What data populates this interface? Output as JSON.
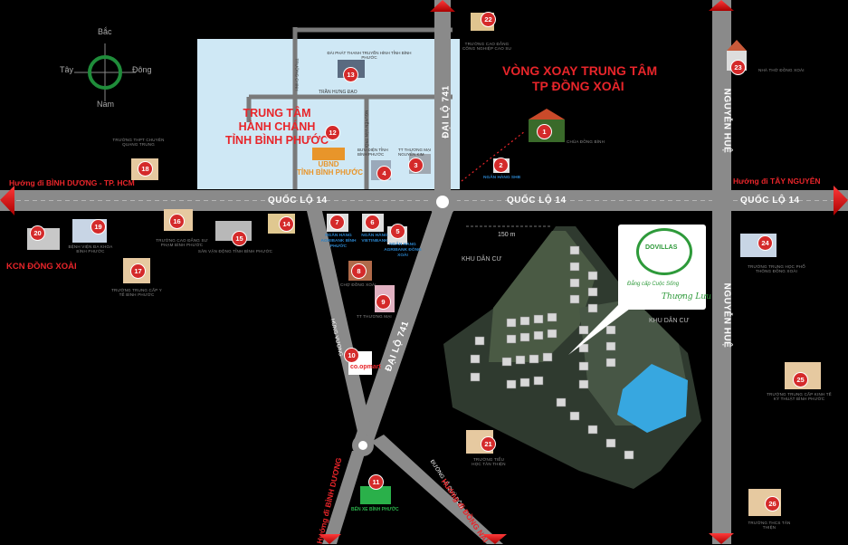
{
  "compass": {
    "north": "Bắc",
    "south": "Nam",
    "east": "Đông",
    "west": "Tây"
  },
  "roundabout_title": [
    "VÒNG XOAY TRUNG TÂM",
    "TP ĐỒNG XOÀI"
  ],
  "admin_center": [
    "TRUNG TÂM",
    "HÀNH CHÁNH",
    "TỈNH BÌNH PHƯỚC"
  ],
  "ubnd": [
    "UBND",
    "TỈNH BÌNH PHƯỚC"
  ],
  "roads": {
    "ql14_left": "QUỐC LỘ 14",
    "ql14_mid": "QUỐC LỘ 14",
    "ql14_right": "QUỐC LỘ 14",
    "dl741_top": "ĐẠI LỘ 741",
    "dl741_bottom": "ĐẠI LỘ 741",
    "nguyen_hue_top": "NGUYỄN HUỆ",
    "nguyen_hue_bottom": "NGUYỄN HUỆ",
    "hung_vuong": "HÙNG VƯƠNG",
    "le_quy_don": "ĐƯỜNG LÊ QUÝ ĐÔN",
    "tran_hung_dao": "TRẦN HƯNG ĐẠO",
    "truong_chinh": "TRƯỜNG CHINH",
    "nguyen_van_troi": "NGUYỄN VĂN TRỖI"
  },
  "directions": {
    "binh_duong_hcm": "Hướng đi BÌNH DƯƠNG - TP. HCM",
    "tay_nguyen": "Hướng đi TÂY NGUYÊN",
    "binh_duong": "Hướng đi BÌNH DƯƠNG",
    "dong_nai": "Hướng đi ĐỒNG NAI"
  },
  "kcn": "KCN ĐỒNG XOÀI",
  "distance": "150 m",
  "khu_dan_cu": [
    "KHU DÂN CƯ",
    "KHU DÂN CƯ"
  ],
  "promo": {
    "brand": "DOVILLAS",
    "tagline": "Đẳng cấp Cuộc Sống",
    "script": "Thượng Lưu"
  },
  "places": [
    {
      "num": "1",
      "label": "CHÙA ĐỒNG BÌNH"
    },
    {
      "num": "2",
      "label": "NGÂN HÀNG SHB"
    },
    {
      "num": "3",
      "label": "TT THƯƠNG MẠI NGUYỄN KIM"
    },
    {
      "num": "4",
      "label": "BƯU ĐIỆN TỈNH BÌNH PHƯỚC"
    },
    {
      "num": "5",
      "label": "NGÂN HÀNG AGRIBANK ĐỒNG XOÀI"
    },
    {
      "num": "6",
      "label": "NGÂN HÀNG VIETINBANK"
    },
    {
      "num": "7",
      "label": "NGÂN HÀNG AGRIBANK BÌNH PHƯỚC"
    },
    {
      "num": "8",
      "label": "CHỢ ĐỒNG XOÀI"
    },
    {
      "num": "9",
      "label": "TT THƯƠNG MẠI"
    },
    {
      "num": "10",
      "label": "co.opmart"
    },
    {
      "num": "11",
      "label": "BẾN XE BÌNH PHƯỚC"
    },
    {
      "num": "12",
      "label": ""
    },
    {
      "num": "13",
      "label": "ĐÀI PHÁT THANH TRUYỀN HÌNH TỈNH BÌNH PHƯỚC"
    },
    {
      "num": "14",
      "label": ""
    },
    {
      "num": "15",
      "label": "SÂN VẬN ĐỘNG TỈNH BÌNH PHƯỚC"
    },
    {
      "num": "16",
      "label": "TRƯỜNG CAO ĐẲNG SƯ PHẠM BÌNH PHƯỚC"
    },
    {
      "num": "17",
      "label": "TRƯỜNG TRUNG CẤP Y TẾ BÌNH PHƯỚC"
    },
    {
      "num": "18",
      "label": "TRƯỜNG THPT CHUYÊN QUANG TRUNG"
    },
    {
      "num": "19",
      "label": "BỆNH VIỆN ĐA KHOA BÌNH PHƯỚC"
    },
    {
      "num": "20",
      "label": ""
    },
    {
      "num": "21",
      "label": "TRƯỜNG TIỂU HỌC TÂN THIỆN"
    },
    {
      "num": "22",
      "label": "TRƯỜNG CAO ĐẲNG CÔNG NGHIỆP CAO SU"
    },
    {
      "num": "23",
      "label": "NHÀ THỜ ĐỒNG XOÀI"
    },
    {
      "num": "24",
      "label": "TRƯỜNG TRUNG HỌC PHỔ THÔNG ĐỒNG XOÀI"
    },
    {
      "num": "25",
      "label": "TRƯỜNG TRUNG CẤP KINH TẾ KỸ THUẬT BÌNH PHƯỚC"
    },
    {
      "num": "26",
      "label": "TRƯỜNG THCS TÂN THIỆN"
    }
  ],
  "colors": {
    "road": "#8a8a8a",
    "marker": "#d42a2a",
    "title": "#e8252a",
    "admin_block": "#cfe8f5",
    "water": "#37a7e0"
  }
}
